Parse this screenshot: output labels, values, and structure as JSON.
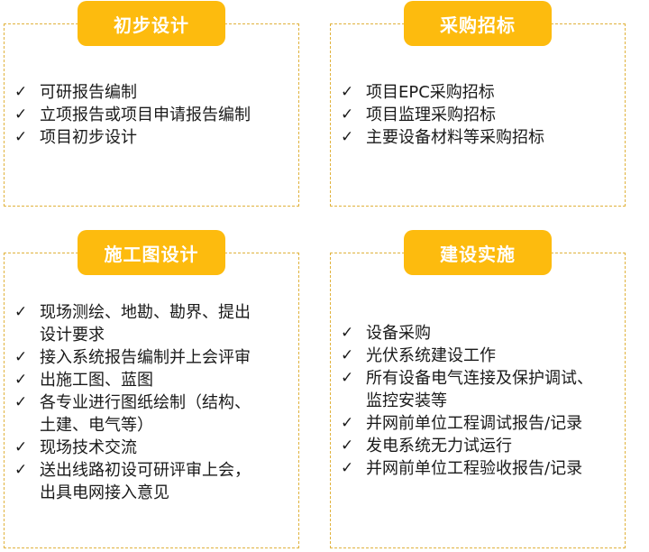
{
  "colors": {
    "accent": "#fdbb0e",
    "border": "#e0b23c",
    "text": "#1a1a1a"
  },
  "check_glyph": "✓",
  "sections": [
    {
      "title": "初步设计",
      "items": [
        "可研报告编制",
        "立项报告或项目申请报告编制",
        "项目初步设计"
      ]
    },
    {
      "title": "采购招标",
      "items": [
        "项目EPC采购招标",
        "项目监理采购招标",
        "主要设备材料等采购招标"
      ]
    },
    {
      "title": "施工图设计",
      "items": [
        "现场测绘、地勘、勘界、提出\n设计要求",
        "接入系统报告编制并上会评审",
        "出施工图、蓝图",
        "各专业进行图纸绘制（结构、\n土建、电气等）",
        "现场技术交流",
        "送出线路初设可研评审上会，\n出具电网接入意见"
      ]
    },
    {
      "title": "建设实施",
      "items": [
        "设备采购",
        "光伏系统建设工作",
        "所有设备电气连接及保护调试、\n监控安装等",
        "并网前单位工程调试报告/记录",
        "发电系统无力试运行",
        "并网前单位工程验收报告/记录"
      ]
    }
  ]
}
